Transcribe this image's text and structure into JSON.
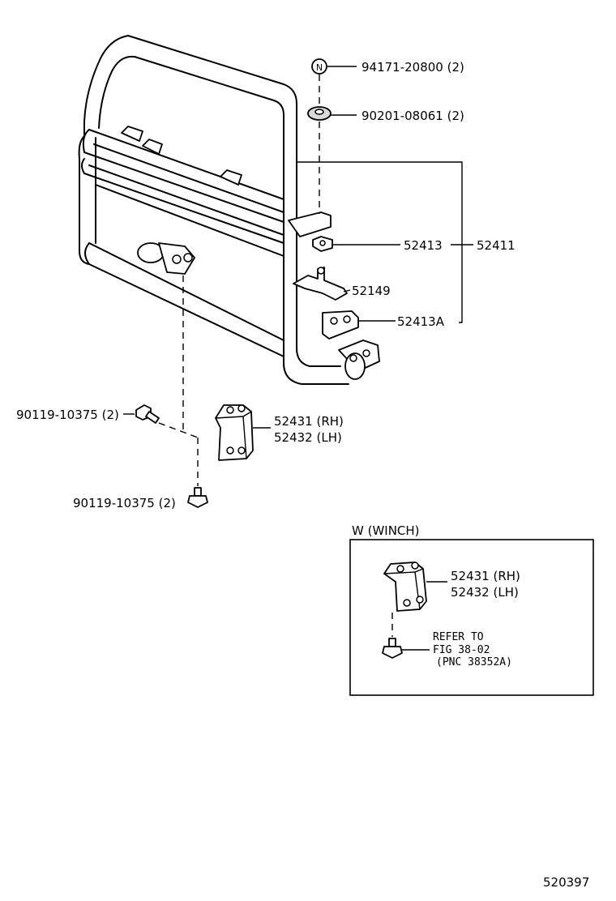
{
  "parts": {
    "nut_94171": "94171-20800 (2)",
    "washer_90201": "90201-08061 (2)",
    "part_52413": "52413",
    "part_52411": "52411",
    "part_52149": "52149",
    "part_52413A": "52413A",
    "bolt_side": "90119-10375 (2)",
    "bolt_bottom": "90119-10375 (2)",
    "bracket_rh": "52431 (RH)",
    "bracket_lh": "52432 (LH)",
    "nut_symbol": "N"
  },
  "winch_box": {
    "title": "W (WINCH)",
    "bracket_rh": "52431 (RH)",
    "bracket_lh": "52432 (LH)",
    "refer_line1": "REFER TO",
    "refer_line2": "FIG 38-02",
    "refer_line3": "(PNC 38352A)"
  },
  "figure_code": "520397"
}
